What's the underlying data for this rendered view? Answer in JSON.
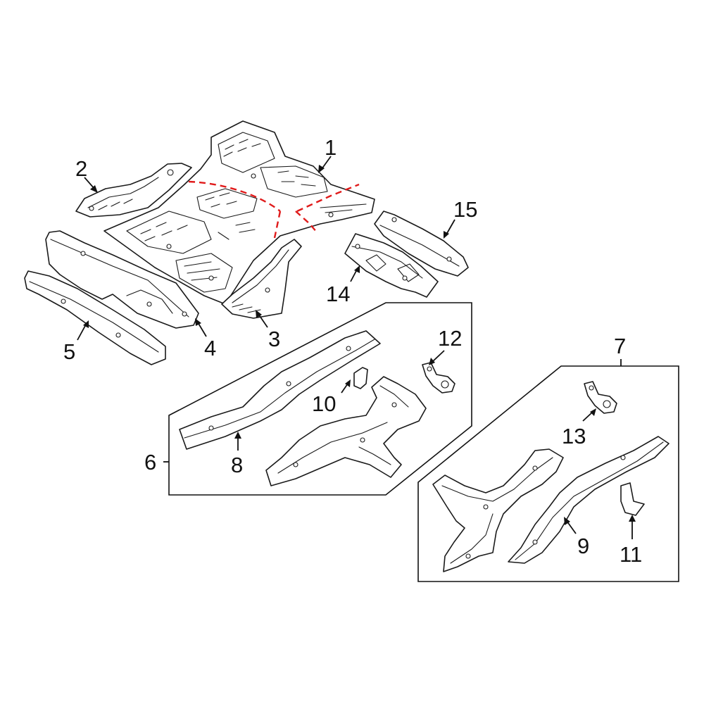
{
  "callouts": {
    "c1": "1",
    "c2": "2",
    "c3": "3",
    "c4": "4",
    "c5": "5",
    "c6": "6",
    "c7": "7",
    "c8": "8",
    "c9": "9",
    "c10": "10",
    "c11": "11",
    "c12": "12",
    "c13": "13",
    "c14": "14",
    "c15": "15"
  },
  "colors": {
    "highlight_part": "#1f3fd6",
    "cut_line": "#e01b1b",
    "outline": "#1a1a1a"
  }
}
